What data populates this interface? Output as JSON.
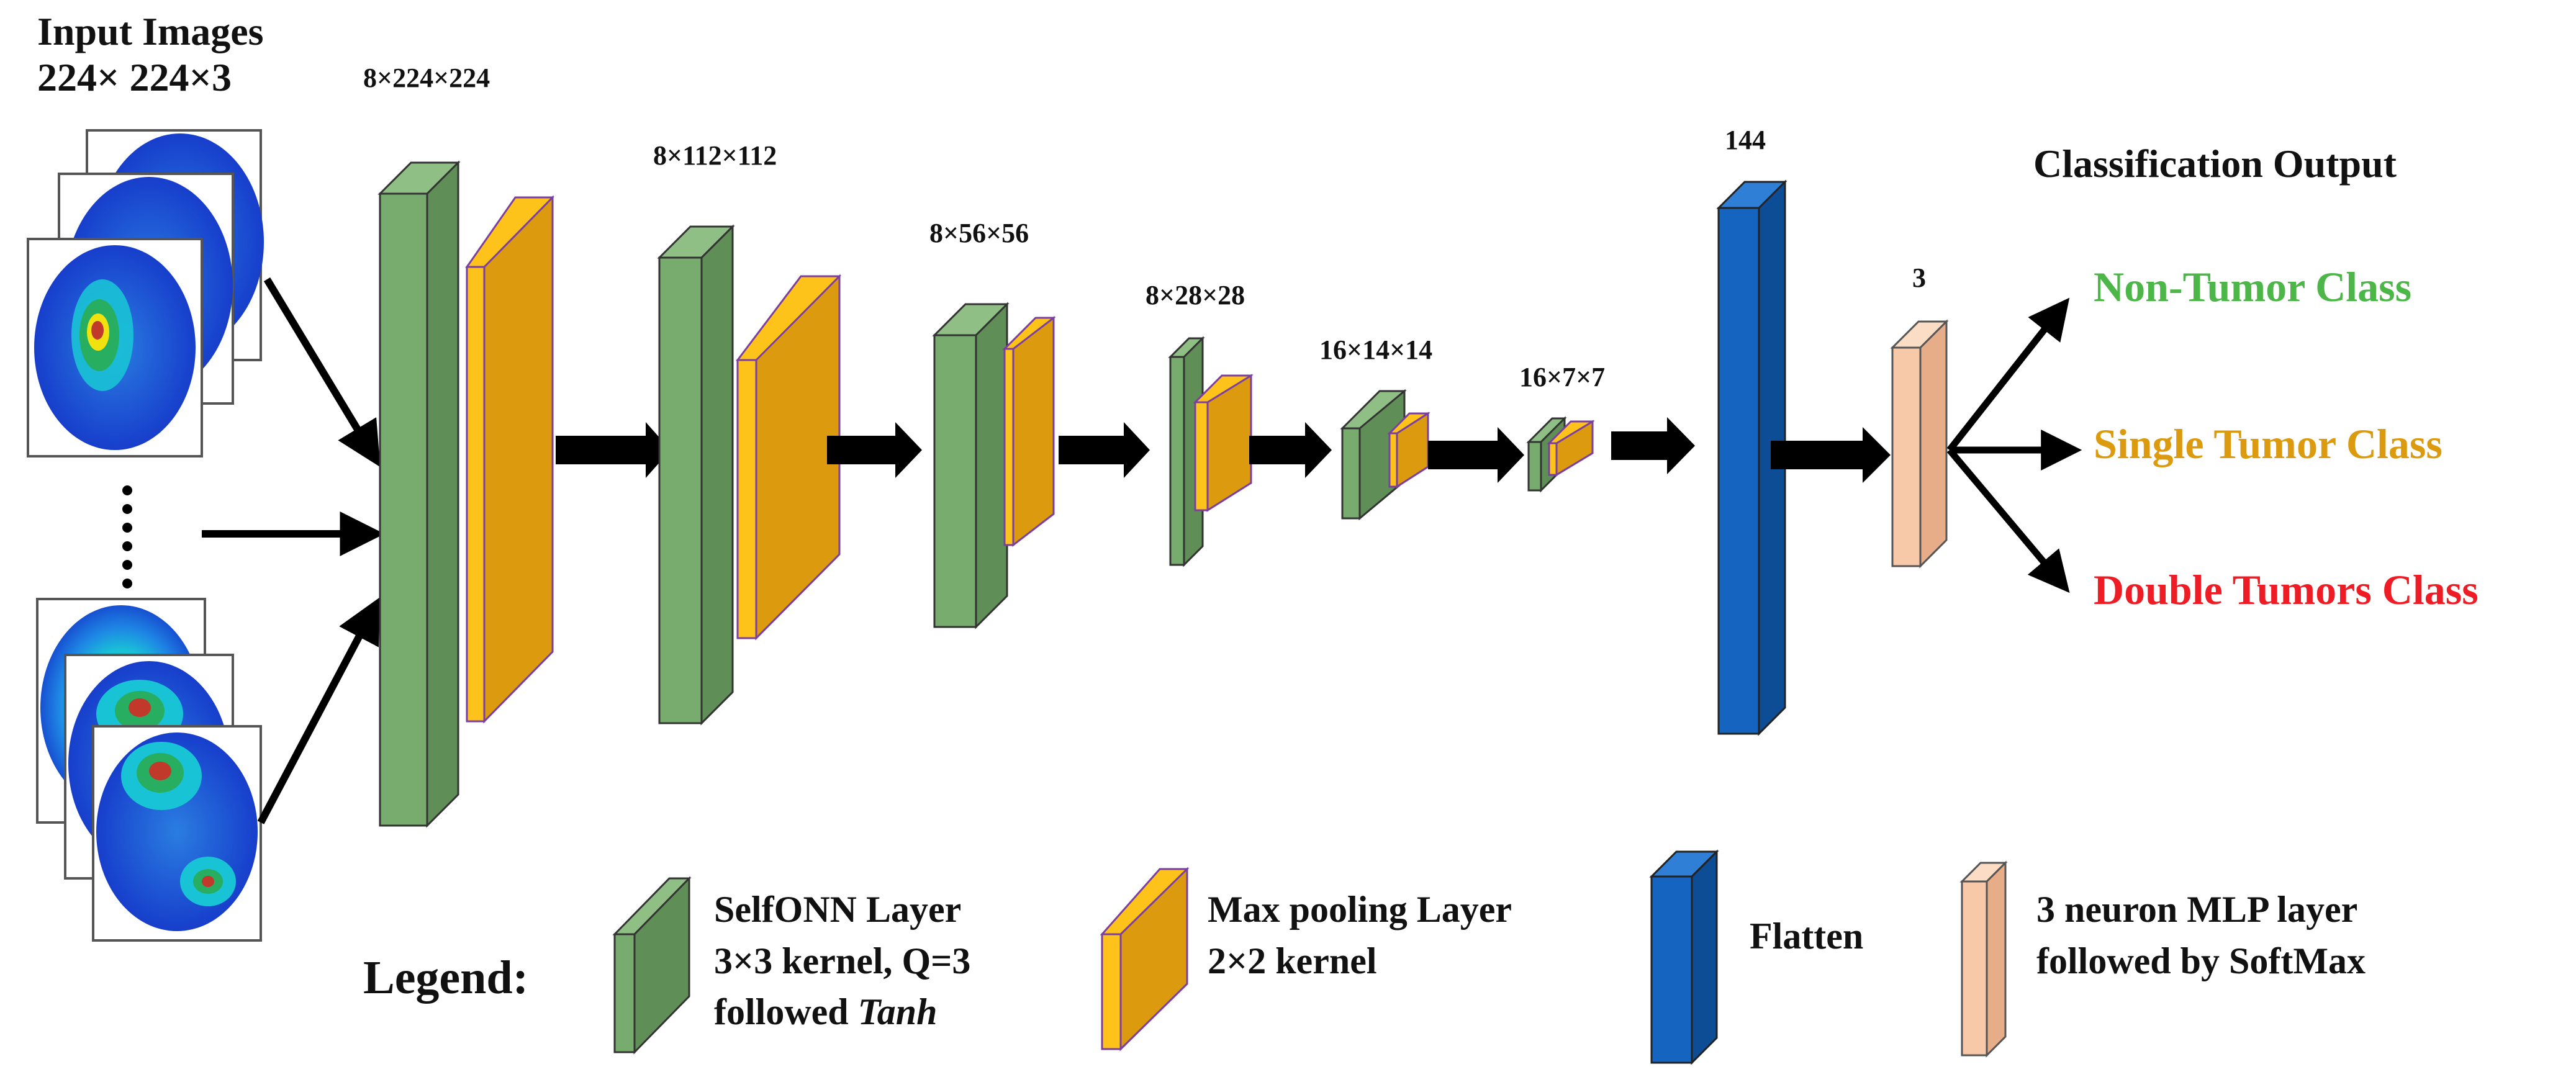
{
  "input": {
    "title": "Input Images",
    "size": "224× 224×3"
  },
  "layers": {
    "l1": "8×224×224",
    "l2": "8×112×112",
    "l3": "8×56×56",
    "l4": "8×28×28",
    "l5": "16×14×14",
    "l6": "16×7×7",
    "flatten": "144",
    "mlp": "3"
  },
  "output": {
    "title": "Classification Output",
    "classes": [
      {
        "label": "Non-Tumor Class",
        "color": "#4cb648"
      },
      {
        "label": "Single Tumor Class",
        "color": "#dc9a0e"
      },
      {
        "label": "Double Tumors Class",
        "color": "#ee1c24"
      }
    ]
  },
  "legend": {
    "title": "Legend:",
    "selfonn": {
      "line1": "SelfONN Layer",
      "line2": "3×3 kernel, Q=3",
      "line3_prefix": "followed ",
      "line3_italic": "Tanh"
    },
    "maxpool": {
      "line1": "Max pooling Layer",
      "line2": "2×2 kernel"
    },
    "flatten": {
      "line1": "Flatten"
    },
    "mlp": {
      "line1": "3 neuron MLP layer",
      "line2": "followed by SoftMax"
    }
  },
  "colors": {
    "selfonn_front": "#78ab6e",
    "selfonn_side": "#5f8f57",
    "maxpool_front": "#dc9a0e",
    "maxpool_edge": "#fdc31a",
    "maxpool_outline": "#7a3fa0",
    "flatten_front": "#1565c0",
    "flatten_side": "#0d4d96",
    "mlp_front": "#f7c9a8",
    "mlp_side": "#e6ad88"
  }
}
